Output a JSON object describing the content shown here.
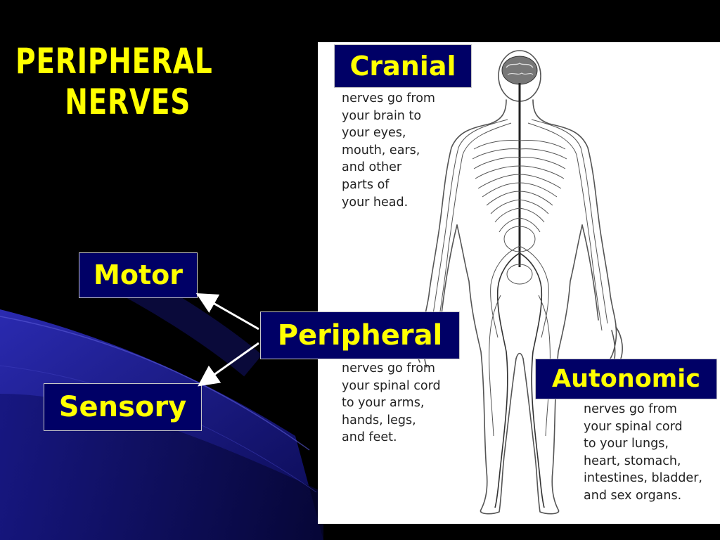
{
  "title": {
    "line1": "Peripheral",
    "line2": "Nerves"
  },
  "labels": {
    "cranial": "Cranial",
    "motor": "Motor",
    "peripheral": "Peripheral",
    "sensory": "Sensory",
    "autonomic": "Autonomic"
  },
  "descriptions": {
    "cranial": "nerves go from\nyour brain to\nyour eyes,\nmouth, ears,\nand other\nparts of\nyour head.",
    "peripheral": "nerves go from\nyour spinal cord\nto your arms,\nhands, legs,\nand feet.",
    "autonomic": "nerves go from\nyour spinal cord\nto your lungs,\nheart, stomach,\nintestines, bladder,\nand sex organs."
  },
  "colors": {
    "background": "#000000",
    "title": "#ffff00",
    "label_fill": "#000066",
    "label_text": "#ffff00",
    "panel": "#ffffff",
    "swoosh": "#1a1a8c"
  }
}
